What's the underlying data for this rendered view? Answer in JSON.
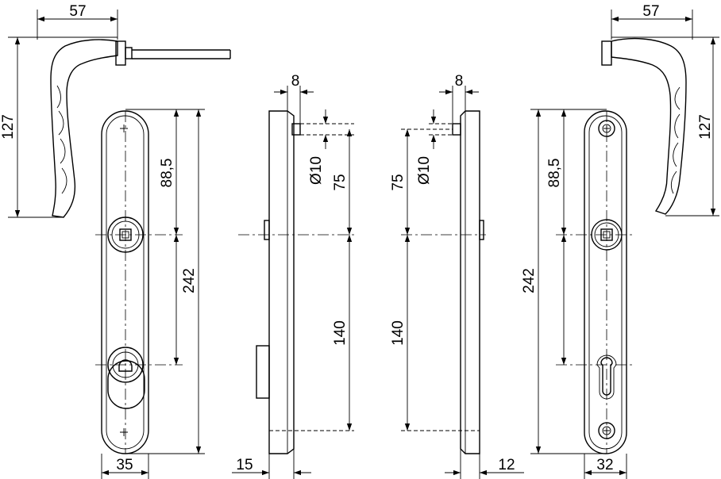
{
  "dimensions": {
    "lever_left_width": "57",
    "lever_left_height": "127",
    "lever_right_width": "57",
    "lever_right_height": "127",
    "plate_left_spindle_offset": "88,5",
    "plate_left_total": "242",
    "plate_left_width": "35",
    "side_left_top_offset": "8",
    "side_left_hole": "Ø10",
    "side_left_upper": "75",
    "side_left_lower": "140",
    "side_left_thickness": "15",
    "side_right_top_offset": "8",
    "side_right_hole": "Ø10",
    "side_right_upper": "75",
    "side_right_lower": "140",
    "side_right_thickness": "12",
    "plate_right_spindle_offset": "88,5",
    "plate_right_total": "242",
    "plate_right_width": "32"
  }
}
